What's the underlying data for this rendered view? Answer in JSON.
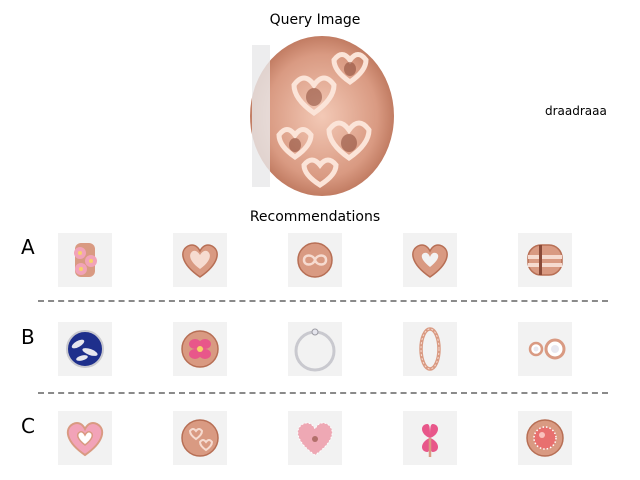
{
  "query": {
    "title": "Query Image",
    "item_icon": "rose-gold-openwork-hearts-charm"
  },
  "user_label": "draadraaa",
  "recommendations": {
    "title": "Recommendations",
    "rows": [
      {
        "label": "A",
        "items": [
          "pink-daisy-clip-charm-icon",
          "rose-gold-pave-heart-charm-icon",
          "rose-gold-infinity-openwork-charm-icon",
          "rose-gold-open-heart-charm-icon",
          "rose-gold-pave-spacer-clip-icon"
        ]
      },
      {
        "label": "B",
        "items": [
          "blue-enamel-leaf-charm-icon",
          "pink-enamel-flower-charm-icon",
          "silver-bangle-bracelet-icon",
          "rose-gold-pave-ring-icon",
          "rose-gold-stud-earrings-icon"
        ]
      },
      {
        "label": "C",
        "items": [
          "pink-pave-open-heart-charm-icon",
          "rose-gold-openwork-hearts-charm-icon",
          "pink-pave-heart-charm-icon",
          "pink-clover-leaf-charm-icon",
          "pink-halo-round-charm-icon"
        ]
      }
    ]
  },
  "colors": {
    "rose_gold": "#d99a82",
    "rose_gold_dark": "#b76f55",
    "pink_stone": "#f2a3b8",
    "blue_enamel": "#1e2f8c",
    "silver": "#c9c9cf",
    "divider": "#8a8a8a",
    "thumb_bg": "#f2f2f2"
  }
}
